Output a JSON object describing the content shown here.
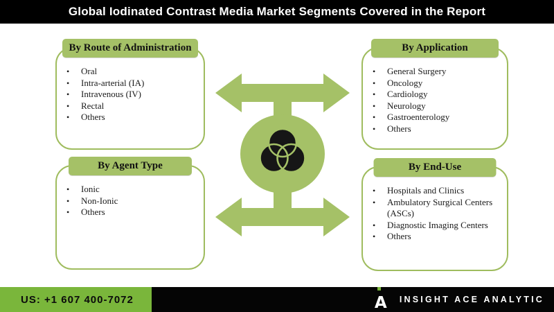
{
  "title": "Global Iodinated Contrast Media Market Segments Covered in the Report",
  "colors": {
    "olive": "#A5C167",
    "olive-border": "#9FBC5E",
    "footer-green": "#7AB63B"
  },
  "boxes": [
    {
      "title": "By Route of Administration",
      "items": [
        "Oral",
        "Intra-arterial (IA)",
        "Intravenous (IV)",
        "Rectal",
        "Others"
      ]
    },
    {
      "title": "By Agent Type",
      "items": [
        "Ionic",
        "Non-Ionic",
        "Others"
      ]
    },
    {
      "title": "By Application",
      "items": [
        "General Surgery",
        "Oncology",
        "Cardiology",
        "Neurology",
        "Gastroenterology",
        "Others"
      ]
    },
    {
      "title": "By End-Use",
      "items": [
        "Hospitals and Clinics",
        "Ambulatory Surgical Centers (ASCs)",
        "Diagnostic Imaging Centers",
        "Others"
      ]
    }
  ],
  "center_icon": "venn-three-circles",
  "footer": {
    "phone": "US: +1 607 400-7072",
    "brand": "INSIGHT ACE ANALYTIC"
  }
}
